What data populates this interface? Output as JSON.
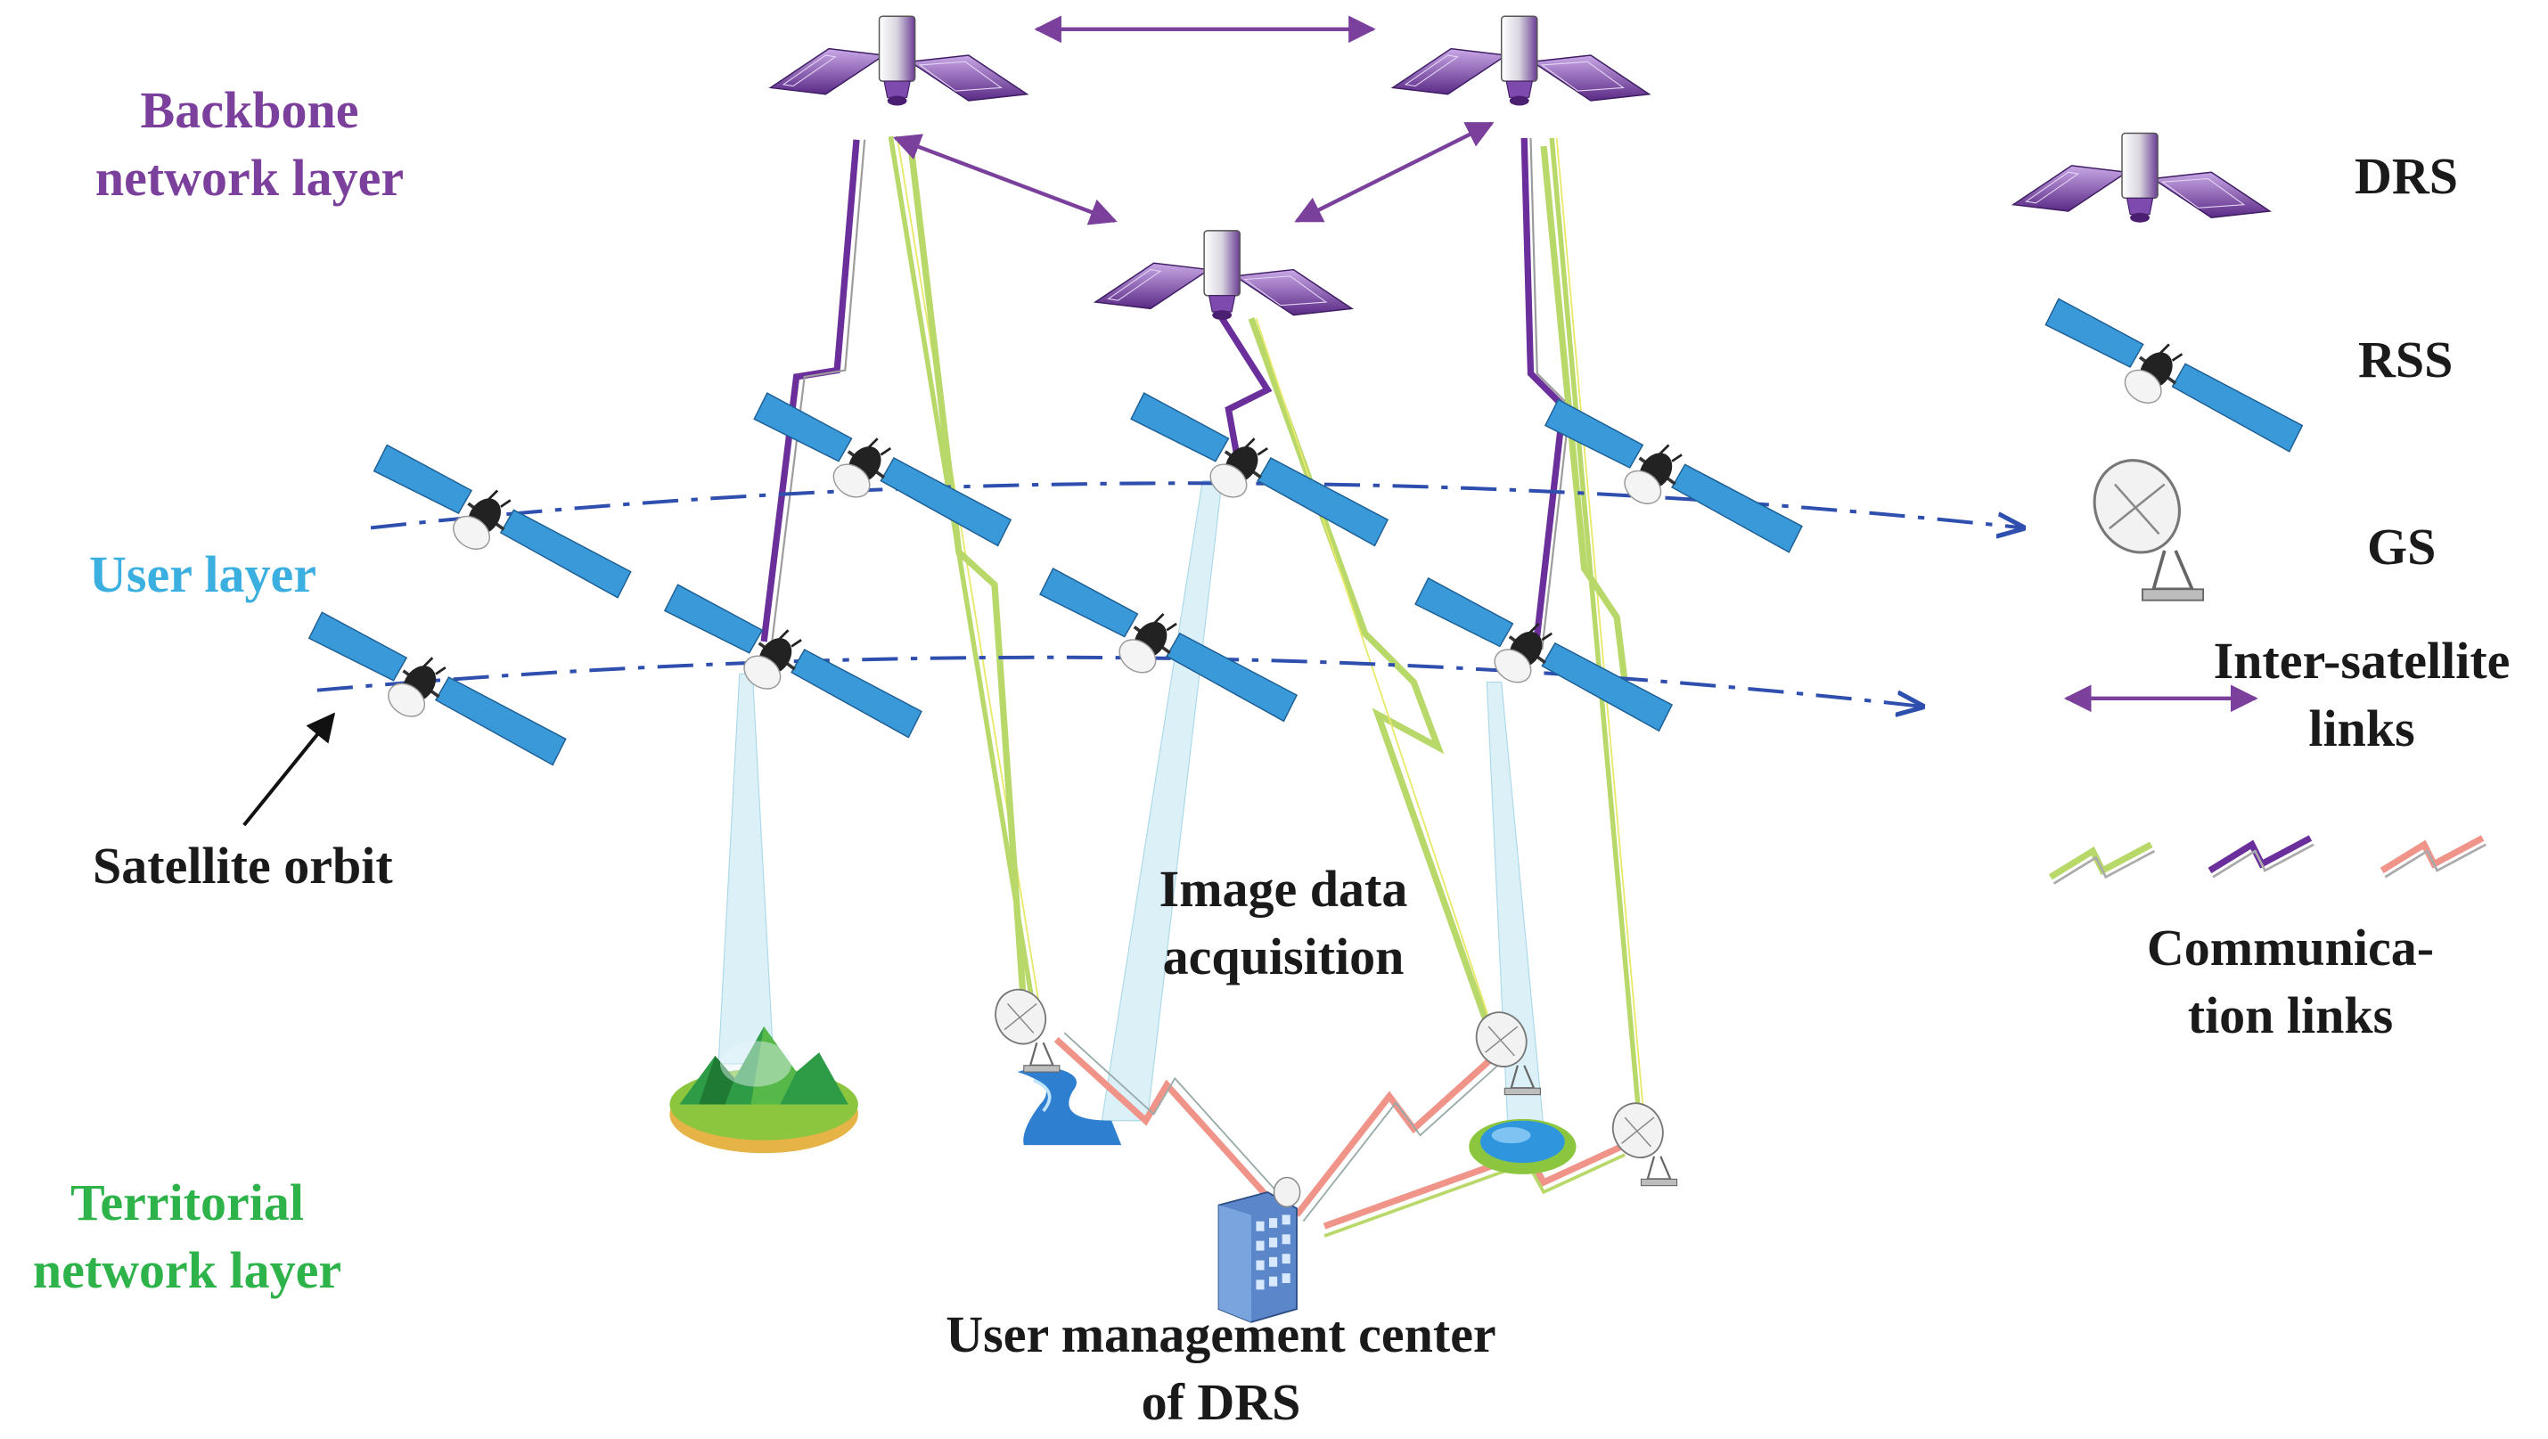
{
  "colors": {
    "backbone": "#7b3f9c",
    "user": "#3bb0e0",
    "territorial": "#2eb34a",
    "orbit": "#2f4fae",
    "isl": "#7b3f9c",
    "link_green": "#b8d86a",
    "link_purple": "#6a2f9a",
    "link_red": "#f0948a",
    "beam": "#bfe6f0"
  },
  "layers": {
    "backbone": [
      "Backbone",
      "network layer"
    ],
    "user": "User layer",
    "territorial": [
      "Territorial",
      "network layer"
    ]
  },
  "annotations": {
    "satellite_orbit": "Satellite orbit",
    "image_data": [
      "Image data",
      "acquisition"
    ],
    "user_center": [
      "User management center",
      "of DRS"
    ]
  },
  "legend": {
    "drs": "DRS",
    "rss": "RSS",
    "gs": "GS",
    "isl": [
      "Inter-satellite",
      "links"
    ],
    "comm": [
      "Communica-",
      "tion links"
    ]
  },
  "icons": {
    "drs": "drs-satellite-icon",
    "rss": "rss-satellite-icon",
    "gs": "ground-station-dish-icon",
    "mountain": "mountain-terrain-icon",
    "river": "river-terrain-icon",
    "lake": "lake-terrain-icon",
    "building": "management-center-building-icon"
  }
}
